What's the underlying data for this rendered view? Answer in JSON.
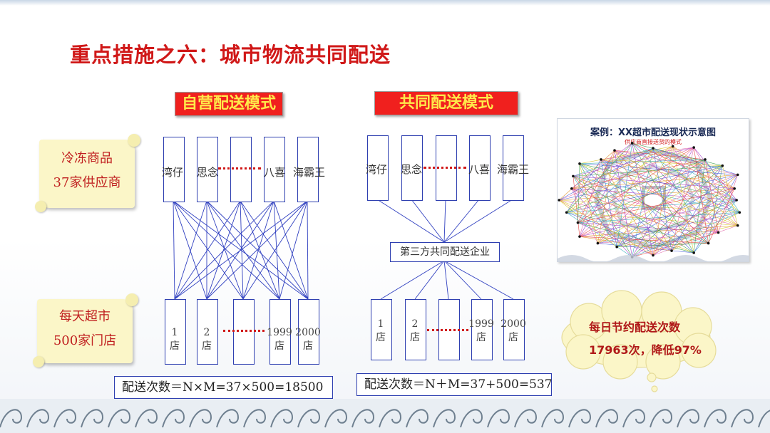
{
  "title": "重点措施之六：城市物流共同配送",
  "self_mode": {
    "heading": "自营配送模式",
    "suppliers": [
      "湾仔",
      "思念",
      "",
      "八喜",
      "海霸王"
    ],
    "stores": [
      [
        "1",
        "店"
      ],
      [
        "2",
        "店"
      ],
      [
        "",
        ""
      ],
      [
        "1999",
        "店"
      ],
      [
        "2000",
        "店"
      ]
    ],
    "formula": "配送次数＝N×M=37×500=18500"
  },
  "joint_mode": {
    "heading": "共同配送模式",
    "suppliers": [
      "湾仔",
      "思念",
      "",
      "八喜",
      "海霸王"
    ],
    "hub": "第三方共同配送企业",
    "stores": [
      [
        "1",
        "店"
      ],
      [
        "2",
        "店"
      ],
      [
        "",
        ""
      ],
      [
        "1999",
        "店"
      ],
      [
        "2000",
        "店"
      ]
    ],
    "formula": "配送次数＝N＋M=37+500=537"
  },
  "left_labels": {
    "suppliers": [
      "冷冻商品",
      "37家供应商"
    ],
    "stores": [
      "每天超市",
      "500家门店"
    ]
  },
  "case_image": {
    "title": "案例：XX超市配送现状示意图",
    "subtitle": "供应商直接送货的模式"
  },
  "saving": [
    "每日节约配送次数",
    "17963次，降低97%"
  ],
  "colors": {
    "title": "#d01818",
    "heading_bg": "#f0201e",
    "heading_text": "#ffe94a",
    "line": "#2e3fb0"
  }
}
